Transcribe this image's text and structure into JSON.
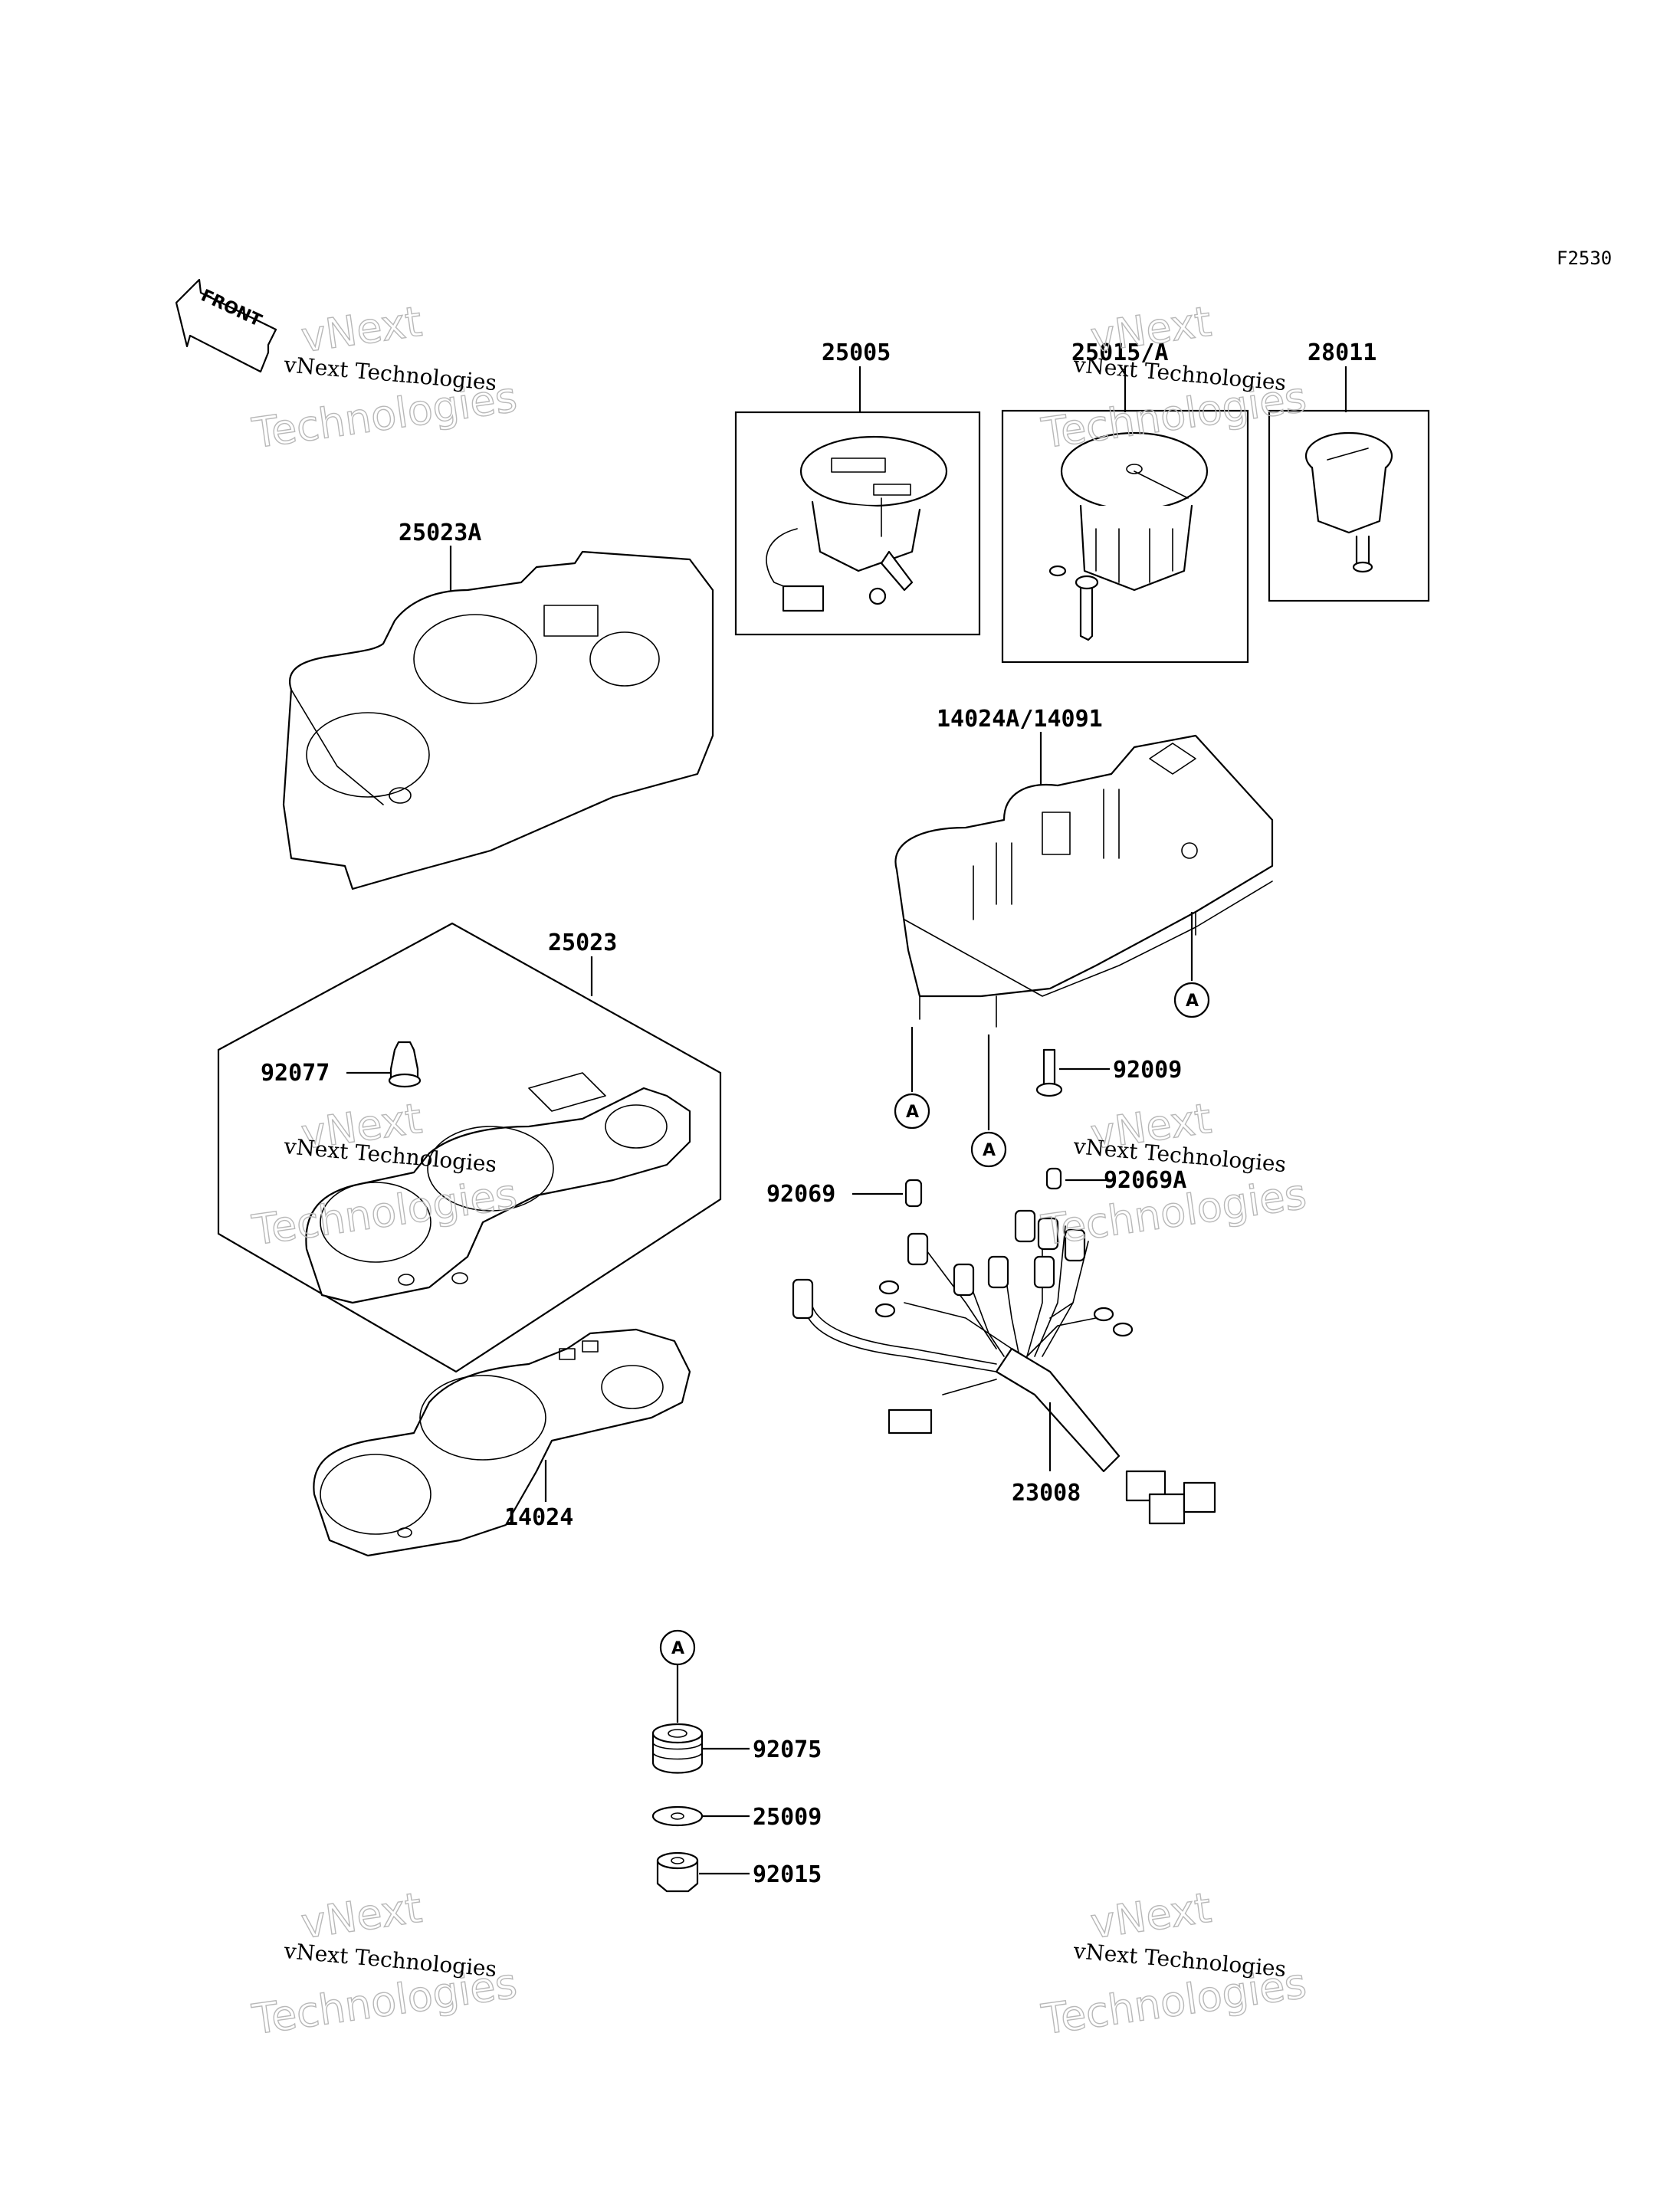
{
  "figure_id": "F2530",
  "front_label": "FRONT",
  "watermark": {
    "line1": "vNext Technologies",
    "line2_a": "vNext",
    "line2_b": "Technologies"
  },
  "part_labels": {
    "p25005": "25005",
    "p25015a": "25015/A",
    "p28011": "28011",
    "p25023a": "25023A",
    "p14024a": "14024A/14091",
    "p25023": "25023",
    "p92077": "92077",
    "p92009": "92009",
    "p92069": "92069",
    "p92069a": "92069A",
    "p14024": "14024",
    "p23008": "23008",
    "p92075": "92075",
    "p25009": "25009",
    "p92015": "92015"
  },
  "reference_mark": "A"
}
